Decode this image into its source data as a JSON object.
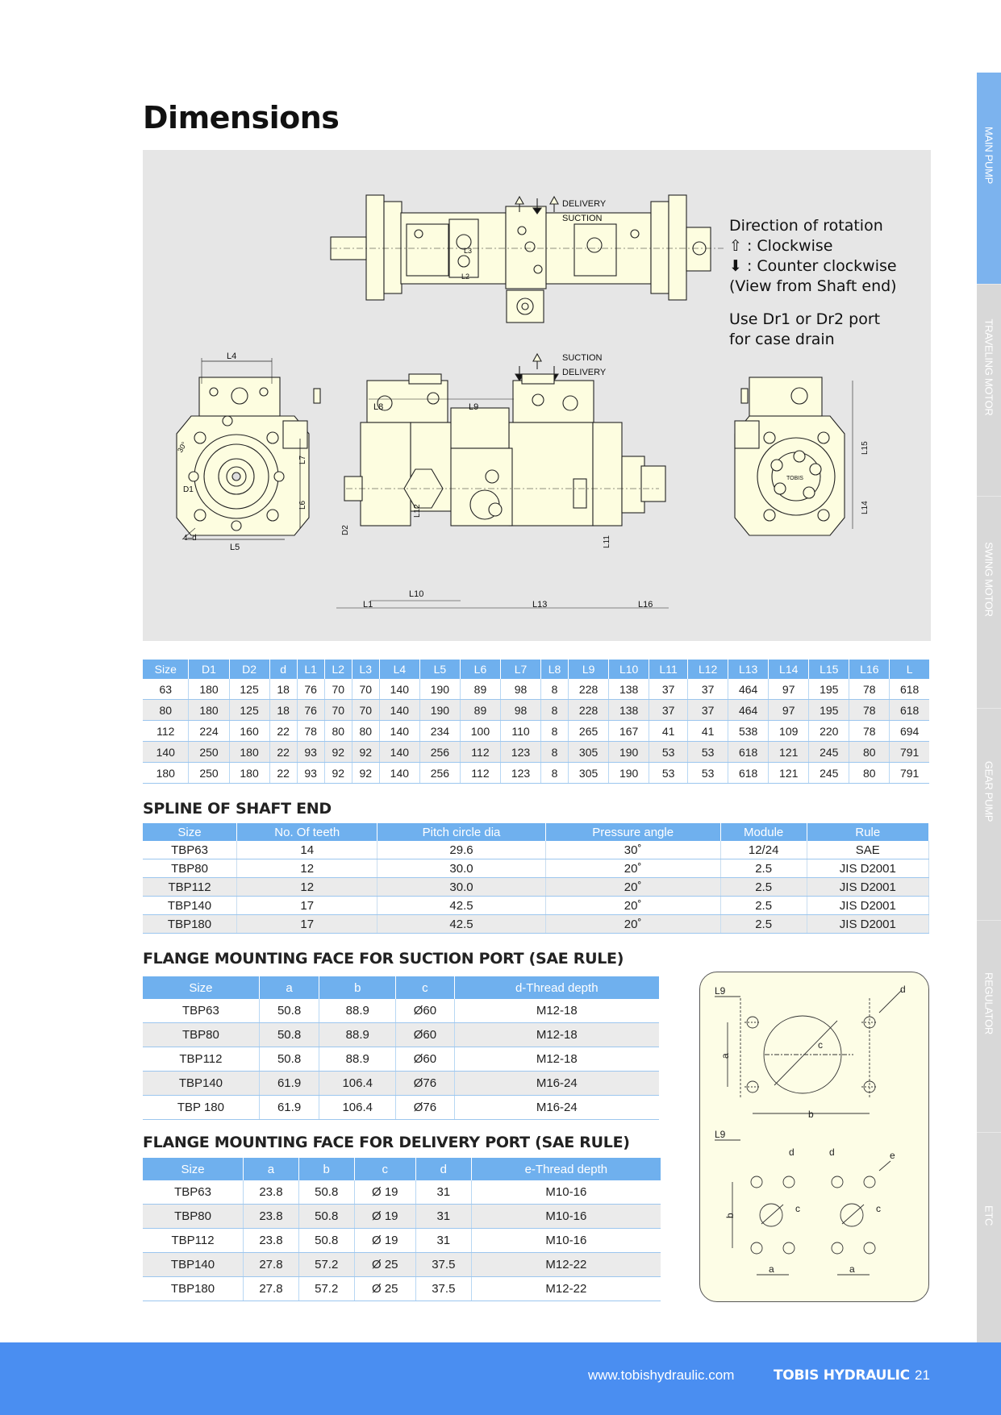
{
  "page": {
    "title": "Dimensions"
  },
  "drawing": {
    "arrow_labels": {
      "delivery_top": "DELIVERY",
      "suction_top": "SUCTION",
      "suction_bottom": "SUCTION",
      "delivery_bottom": "DELIVERY"
    },
    "rotation_note": {
      "title": "Direction of rotation",
      "clockwise": ": Clockwise",
      "counter_clockwise": ": Counter clockwise",
      "view": "(View from Shaft end)",
      "drain_line1": "Use Dr1 or Dr2 port",
      "drain_line2": "for case drain"
    },
    "dimension_labels": {
      "L4": "L4",
      "L8": "L8",
      "L9": "L9",
      "L7": "L7",
      "L6": "L6",
      "L5": "L5",
      "D1": "D1",
      "D2": "D2",
      "angle": "30°",
      "holes": "4–d",
      "L10": "L10",
      "L1": "L1",
      "L13": "L13",
      "L16": "L16",
      "L11": "L11",
      "L12": "L12",
      "L15": "L15",
      "L14": "L14",
      "L2": "L2",
      "L3": "L3",
      "badge": "TOBIS"
    }
  },
  "dimensions_table": {
    "headers": [
      "Size",
      "D1",
      "D2",
      "d",
      "L1",
      "L2",
      "L3",
      "L4",
      "L5",
      "L6",
      "L7",
      "L8",
      "L9",
      "L10",
      "L11",
      "L12",
      "L13",
      "L14",
      "L15",
      "L16",
      "L"
    ],
    "rows": [
      [
        "63",
        "180",
        "125",
        "18",
        "76",
        "70",
        "70",
        "140",
        "190",
        "89",
        "98",
        "8",
        "228",
        "138",
        "37",
        "37",
        "464",
        "97",
        "195",
        "78",
        "618"
      ],
      [
        "80",
        "180",
        "125",
        "18",
        "76",
        "70",
        "70",
        "140",
        "190",
        "89",
        "98",
        "8",
        "228",
        "138",
        "37",
        "37",
        "464",
        "97",
        "195",
        "78",
        "618"
      ],
      [
        "112",
        "224",
        "160",
        "22",
        "78",
        "80",
        "80",
        "140",
        "234",
        "100",
        "110",
        "8",
        "265",
        "167",
        "41",
        "41",
        "538",
        "109",
        "220",
        "78",
        "694"
      ],
      [
        "140",
        "250",
        "180",
        "22",
        "93",
        "92",
        "92",
        "140",
        "256",
        "112",
        "123",
        "8",
        "305",
        "190",
        "53",
        "53",
        "618",
        "121",
        "245",
        "80",
        "791"
      ],
      [
        "180",
        "250",
        "180",
        "22",
        "93",
        "92",
        "92",
        "140",
        "256",
        "112",
        "123",
        "8",
        "305",
        "190",
        "53",
        "53",
        "618",
        "121",
        "245",
        "80",
        "791"
      ]
    ]
  },
  "spline": {
    "heading": "SPLINE OF SHAFT END",
    "headers": [
      "Size",
      "No.  Of teeth",
      "Pitch circle dia",
      "Pressure angle",
      "Module",
      "Rule"
    ],
    "rows": [
      [
        "TBP63",
        "14",
        "29.6",
        "30˚",
        "12/24",
        "SAE"
      ],
      [
        "TBP80",
        "12",
        "30.0",
        "20˚",
        "2.5",
        "JIS  D2001"
      ],
      [
        "TBP112",
        "12",
        "30.0",
        "20˚",
        "2.5",
        "JIS  D2001"
      ],
      [
        "TBP140",
        "17",
        "42.5",
        "20˚",
        "2.5",
        "JIS  D2001"
      ],
      [
        "TBP180",
        "17",
        "42.5",
        "20˚",
        "2.5",
        "JIS  D2001"
      ]
    ]
  },
  "suction_port": {
    "heading": "FLANGE MOUNTING FACE FOR SUCTION PORT (SAE RULE)",
    "headers": [
      "Size",
      "a",
      "b",
      "c",
      "d-Thread  depth"
    ],
    "rows": [
      [
        "TBP63",
        "50.8",
        "88.9",
        "Ø60",
        "M12-18"
      ],
      [
        "TBP80",
        "50.8",
        "88.9",
        "Ø60",
        "M12-18"
      ],
      [
        "TBP112",
        "50.8",
        "88.9",
        "Ø60",
        "M12-18"
      ],
      [
        "TBP140",
        "61.9",
        "106.4",
        "Ø76",
        "M16-24"
      ],
      [
        "TBP 180",
        "61.9",
        "106.4",
        "Ø76",
        "M16-24"
      ]
    ]
  },
  "delivery_port": {
    "heading": "FLANGE MOUNTING FACE FOR DELIVERY PORT (SAE RULE)",
    "headers": [
      "Size",
      "a",
      "b",
      "c",
      "d",
      "e-Thread  depth"
    ],
    "rows": [
      [
        "TBP63",
        "23.8",
        "50.8",
        "Ø 19",
        "31",
        "M10-16"
      ],
      [
        "TBP80",
        "23.8",
        "50.8",
        "Ø 19",
        "31",
        "M10-16"
      ],
      [
        "TBP112",
        "23.8",
        "50.8",
        "Ø 19",
        "31",
        "M10-16"
      ],
      [
        "TBP140",
        "27.8",
        "57.2",
        "Ø 25",
        "37.5",
        "M12-22"
      ],
      [
        "TBP180",
        "27.8",
        "57.2",
        "Ø 25",
        "37.5",
        "M12-22"
      ]
    ]
  },
  "flange_diagram": {
    "labels": {
      "L9_top": "L9",
      "d_top": "d",
      "a_top": "a",
      "c_top": "c",
      "b_top": "b",
      "L9_bottom": "L9",
      "d1": "d",
      "d2": "d",
      "e": "e",
      "c1": "c",
      "c2": "c",
      "b_bottom": "b",
      "a1": "a",
      "a2": "a"
    }
  },
  "side_tabs": [
    "MAIN PUMP",
    "TRAVELING MOTOR",
    "SWING MOTOR",
    "GEAR PUMP",
    "REGULATOR",
    "ETC"
  ],
  "footer": {
    "url": "www.tobishydraulic.com",
    "brand": "TOBIS HYDRAULIC",
    "page_number": "21"
  },
  "colors": {
    "accent": "#4a8ef1",
    "table_header": "#6fb0ee",
    "tab_active": "#7cb3ee",
    "tab_inactive": "#d8d8d8",
    "drawing_fill": "#fdfde0",
    "panel": "#e6e6e6"
  }
}
